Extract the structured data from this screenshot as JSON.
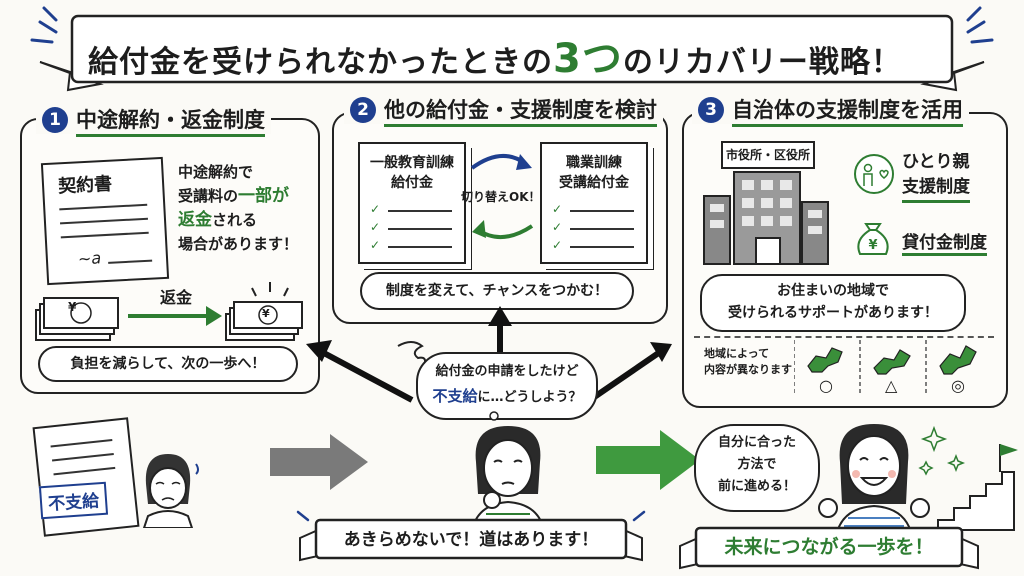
{
  "title": {
    "before": "給付金を受けられなかったときの",
    "highlight": "3つ",
    "after": "のリカバリー戦略！"
  },
  "panel1": {
    "number": "1",
    "title": "中途解約・返金制度",
    "contract_label": "契約書",
    "signature": "~a",
    "desc_line1": "中途解約で",
    "desc_line2_a": "受講料の",
    "desc_line2_b": "一部が",
    "desc_line3_a": "返金",
    "desc_line3_b": "される",
    "desc_line4": "場合があります！",
    "refund_label": "返金",
    "currency_symbol": "¥",
    "bottom_cloud": "負担を減らして、次の一歩へ！"
  },
  "panel2": {
    "number": "2",
    "title": "他の給付金・支援制度を検討",
    "doc1_line1": "一般教育訓練",
    "doc1_line2": "給付金",
    "doc2_line1": "職業訓練",
    "doc2_line2": "受講給付金",
    "switch_label": "切り替えOK！",
    "bottom_cloud": "制度を変えて、チャンスをつかむ！"
  },
  "panel3": {
    "number": "3",
    "title": "自治体の支援制度を活用",
    "building_sign": "市役所・区役所",
    "support1_line1": "ひとり親",
    "support1_line2": "支援制度",
    "support2": "貸付金制度",
    "cloud_line1": "お住まいの地域で",
    "cloud_line2": "受けられるサポートがあります！",
    "region_note_line1": "地域によって",
    "region_note_line2": "内容が異なります",
    "marks": [
      "○",
      "△",
      "◎"
    ]
  },
  "bottom": {
    "stamp": "不支給",
    "thought_line1": "給付金の申請をしたけど",
    "thought_line2_a": "不支給",
    "thought_line2_b": "に…どうしよう？",
    "center_banner": "あきらめないで！道はあります！",
    "speech_line1": "自分に合った",
    "speech_line2": "方法で",
    "speech_line3": "前に進める！",
    "right_banner": "未来につながる一歩を！"
  },
  "colors": {
    "accent_green": "#2e7d32",
    "accent_blue": "#1f3f8f",
    "ink": "#1d1d1d",
    "arrow_gray": "#7a7a7a"
  }
}
